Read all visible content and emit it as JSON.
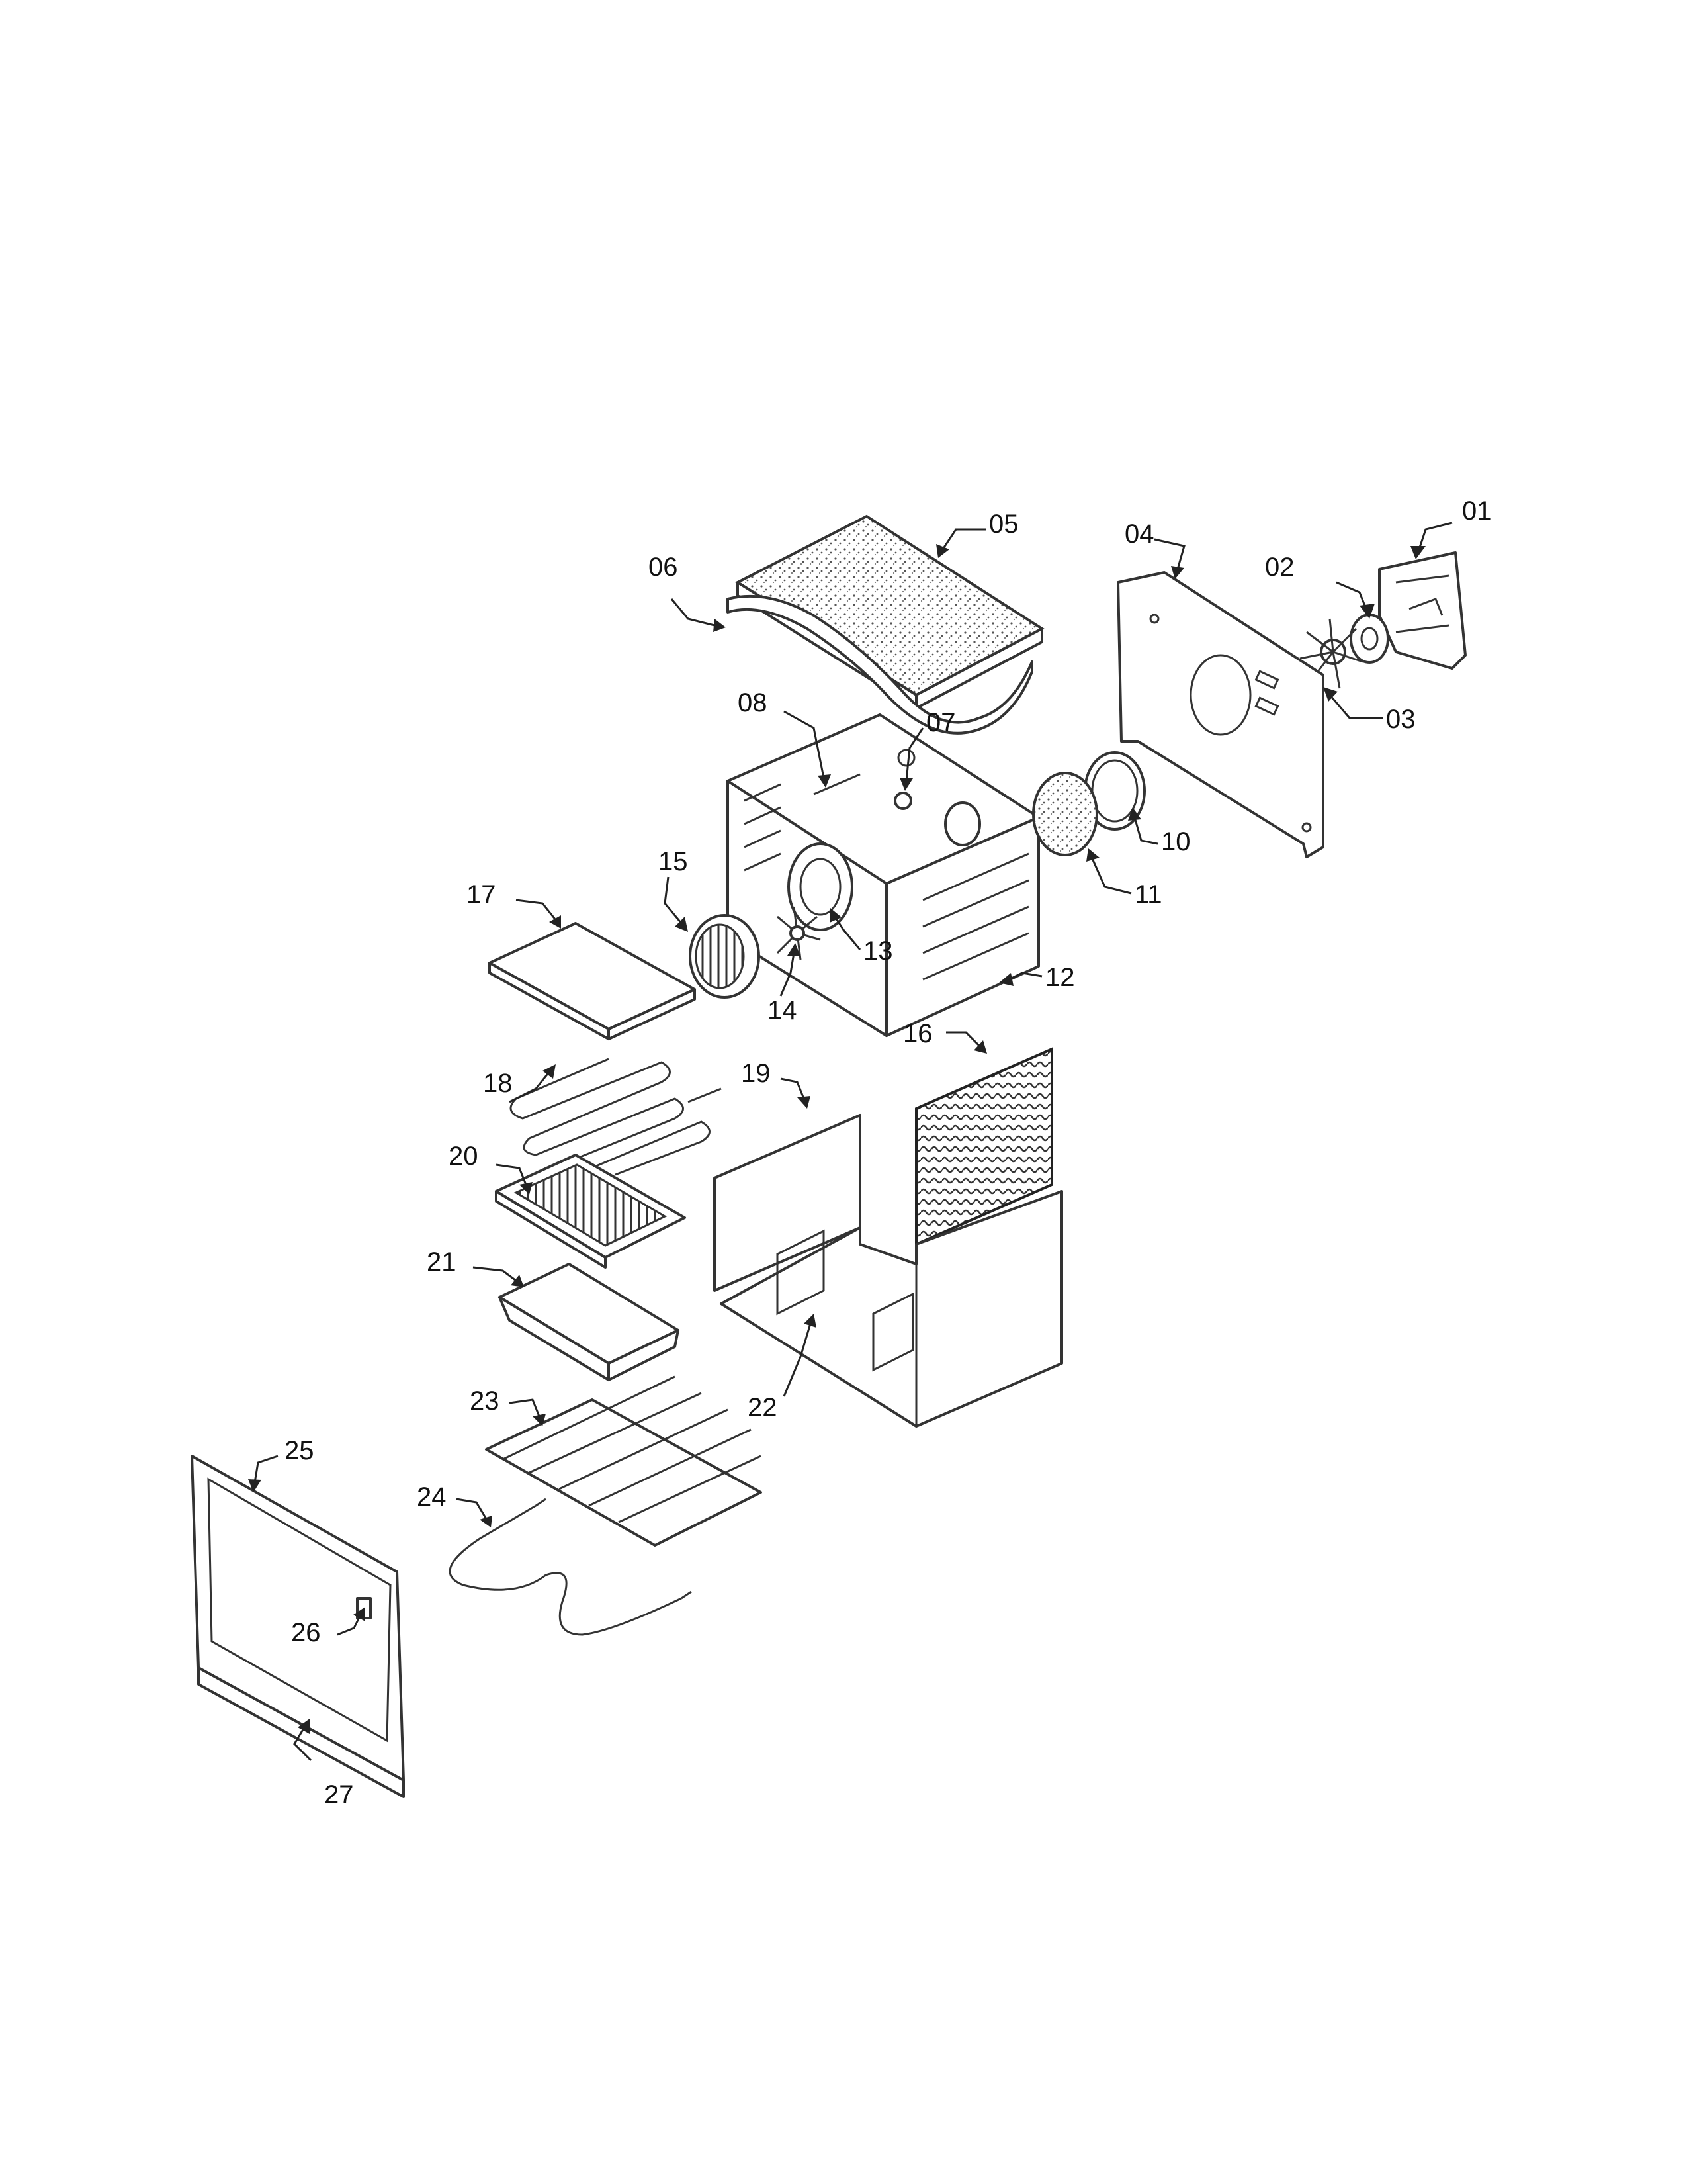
{
  "callouts": [
    {
      "id": "01",
      "label": "01"
    },
    {
      "id": "02",
      "label": "02"
    },
    {
      "id": "03",
      "label": "03"
    },
    {
      "id": "04",
      "label": "04"
    },
    {
      "id": "05",
      "label": "05"
    },
    {
      "id": "06",
      "label": "06"
    },
    {
      "id": "07",
      "label": "07"
    },
    {
      "id": "08",
      "label": "08"
    },
    {
      "id": "10",
      "label": "10"
    },
    {
      "id": "11",
      "label": "11"
    },
    {
      "id": "12",
      "label": "12"
    },
    {
      "id": "13",
      "label": "13"
    },
    {
      "id": "14",
      "label": "14"
    },
    {
      "id": "15",
      "label": "15"
    },
    {
      "id": "16",
      "label": "16"
    },
    {
      "id": "17",
      "label": "17"
    },
    {
      "id": "18",
      "label": "18"
    },
    {
      "id": "19",
      "label": "19"
    },
    {
      "id": "20",
      "label": "20"
    },
    {
      "id": "21",
      "label": "21"
    },
    {
      "id": "22",
      "label": "22"
    },
    {
      "id": "23",
      "label": "23"
    },
    {
      "id": "24",
      "label": "24"
    },
    {
      "id": "25",
      "label": "25"
    },
    {
      "id": "26",
      "label": "26"
    },
    {
      "id": "27",
      "label": "27"
    }
  ]
}
